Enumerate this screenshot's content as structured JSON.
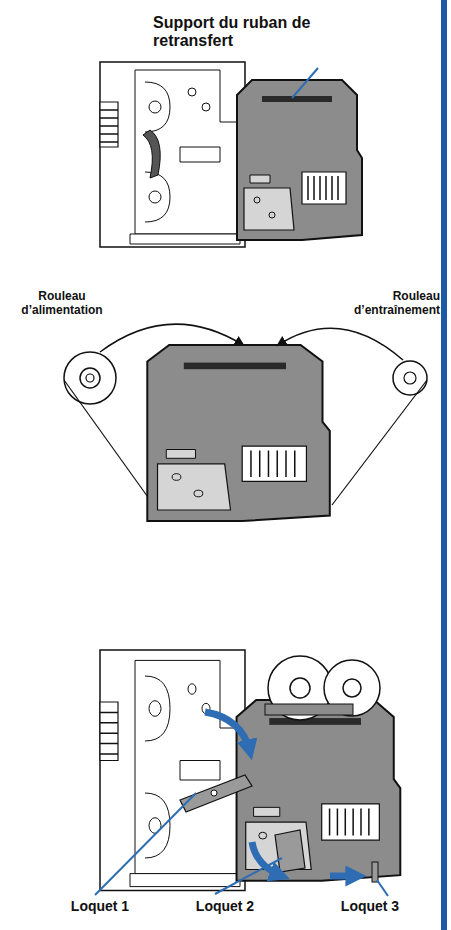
{
  "diagram": {
    "labels": [
      "Support du ruban de retransfert",
      "Rouleau d’alimentation",
      "Rouleau d’entraînement",
      "Loquet 1",
      "Loquet 2",
      "Loquet 3"
    ]
  }
}
